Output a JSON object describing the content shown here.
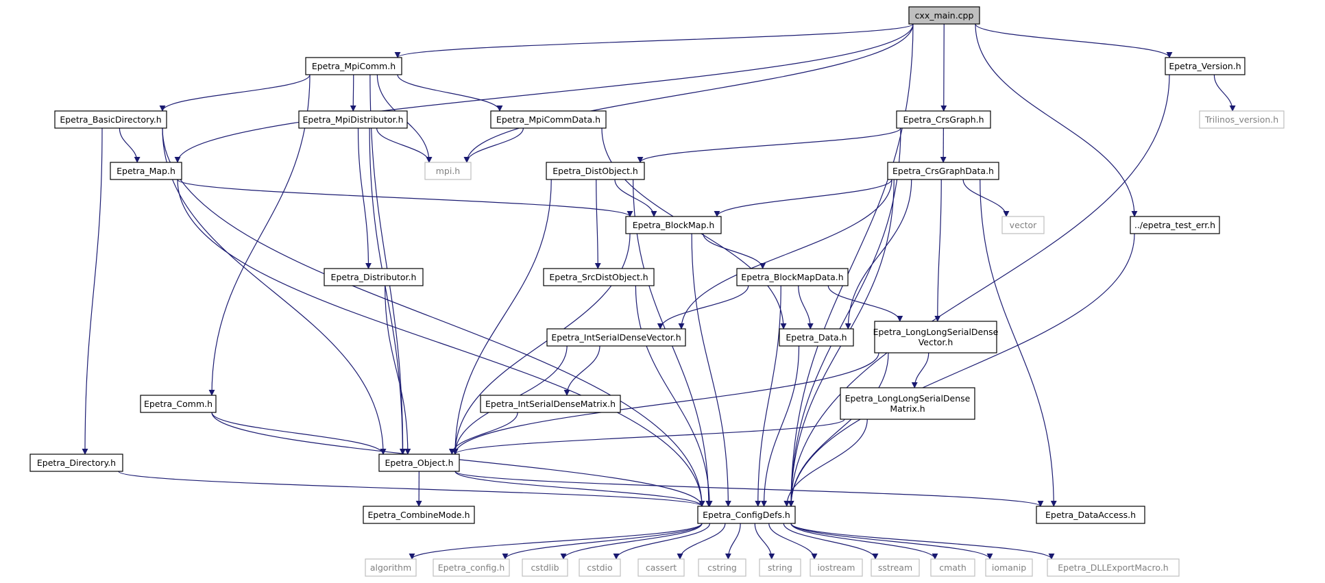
{
  "graph": {
    "edge_color": "#191970",
    "root_fill": "#bfbfbf",
    "external_stroke": "#bfbfbf",
    "external_text": "#7f7f7f",
    "nodes": [
      {
        "id": "cxx_main",
        "label": [
          "cxx_main.cpp"
        ],
        "kind": "root"
      },
      {
        "id": "mpicomm",
        "label": [
          "Epetra_MpiComm.h"
        ]
      },
      {
        "id": "version",
        "label": [
          "Epetra_Version.h"
        ]
      },
      {
        "id": "basicdir",
        "label": [
          "Epetra_BasicDirectory.h"
        ]
      },
      {
        "id": "mpidist",
        "label": [
          "Epetra_MpiDistributor.h"
        ]
      },
      {
        "id": "mpicommdata",
        "label": [
          "Epetra_MpiCommData.h"
        ]
      },
      {
        "id": "crsgraph",
        "label": [
          "Epetra_CrsGraph.h"
        ]
      },
      {
        "id": "trilinos",
        "label": [
          "Trilinos_version.h"
        ],
        "kind": "ext"
      },
      {
        "id": "map",
        "label": [
          "Epetra_Map.h"
        ]
      },
      {
        "id": "mpi",
        "label": [
          "mpi.h"
        ],
        "kind": "ext"
      },
      {
        "id": "distobj",
        "label": [
          "Epetra_DistObject.h"
        ]
      },
      {
        "id": "crsgraphdata",
        "label": [
          "Epetra_CrsGraphData.h"
        ]
      },
      {
        "id": "blockmap",
        "label": [
          "Epetra_BlockMap.h"
        ]
      },
      {
        "id": "vector",
        "label": [
          "vector"
        ],
        "kind": "ext"
      },
      {
        "id": "testerr",
        "label": [
          "../epetra_test_err.h"
        ]
      },
      {
        "id": "distributor",
        "label": [
          "Epetra_Distributor.h"
        ]
      },
      {
        "id": "srcdistobj",
        "label": [
          "Epetra_SrcDistObject.h"
        ]
      },
      {
        "id": "blockmapdata",
        "label": [
          "Epetra_BlockMapData.h"
        ]
      },
      {
        "id": "intserialvec",
        "label": [
          "Epetra_IntSerialDenseVector.h"
        ]
      },
      {
        "id": "data",
        "label": [
          "Epetra_Data.h"
        ]
      },
      {
        "id": "llvec",
        "label": [
          "Epetra_LongLongSerialDense",
          "Vector.h"
        ]
      },
      {
        "id": "comm",
        "label": [
          "Epetra_Comm.h"
        ]
      },
      {
        "id": "intserialmat",
        "label": [
          "Epetra_IntSerialDenseMatrix.h"
        ]
      },
      {
        "id": "llmat",
        "label": [
          "Epetra_LongLongSerialDense",
          "Matrix.h"
        ]
      },
      {
        "id": "directory",
        "label": [
          "Epetra_Directory.h"
        ]
      },
      {
        "id": "object",
        "label": [
          "Epetra_Object.h"
        ]
      },
      {
        "id": "combinemode",
        "label": [
          "Epetra_CombineMode.h"
        ]
      },
      {
        "id": "configdefs",
        "label": [
          "Epetra_ConfigDefs.h"
        ]
      },
      {
        "id": "dataaccess",
        "label": [
          "Epetra_DataAccess.h"
        ]
      },
      {
        "id": "algorithm",
        "label": [
          "algorithm"
        ],
        "kind": "ext"
      },
      {
        "id": "config",
        "label": [
          "Epetra_config.h"
        ],
        "kind": "ext"
      },
      {
        "id": "cstdlib",
        "label": [
          "cstdlib"
        ],
        "kind": "ext"
      },
      {
        "id": "cstdio",
        "label": [
          "cstdio"
        ],
        "kind": "ext"
      },
      {
        "id": "cassert",
        "label": [
          "cassert"
        ],
        "kind": "ext"
      },
      {
        "id": "cstring",
        "label": [
          "cstring"
        ],
        "kind": "ext"
      },
      {
        "id": "string",
        "label": [
          "string"
        ],
        "kind": "ext"
      },
      {
        "id": "iostream",
        "label": [
          "iostream"
        ],
        "kind": "ext"
      },
      {
        "id": "sstream",
        "label": [
          "sstream"
        ],
        "kind": "ext"
      },
      {
        "id": "cmath",
        "label": [
          "cmath"
        ],
        "kind": "ext"
      },
      {
        "id": "iomanip",
        "label": [
          "iomanip"
        ],
        "kind": "ext"
      },
      {
        "id": "dllexport",
        "label": [
          "Epetra_DLLExportMacro.h"
        ],
        "kind": "ext"
      }
    ],
    "edges": [
      [
        "cxx_main",
        "mpicomm"
      ],
      [
        "cxx_main",
        "map"
      ],
      [
        "cxx_main",
        "mpi"
      ],
      [
        "cxx_main",
        "crsgraph"
      ],
      [
        "cxx_main",
        "version"
      ],
      [
        "cxx_main",
        "testerr"
      ],
      [
        "cxx_main",
        "configdefs"
      ],
      [
        "mpicomm",
        "basicdir"
      ],
      [
        "mpicomm",
        "mpidist"
      ],
      [
        "mpicomm",
        "mpicommdata"
      ],
      [
        "mpicomm",
        "mpi"
      ],
      [
        "mpicomm",
        "comm"
      ],
      [
        "mpicomm",
        "object"
      ],
      [
        "version",
        "trilinos"
      ],
      [
        "version",
        "configdefs"
      ],
      [
        "basicdir",
        "map"
      ],
      [
        "basicdir",
        "directory"
      ],
      [
        "basicdir",
        "object"
      ],
      [
        "basicdir",
        "configdefs"
      ],
      [
        "mpidist",
        "mpi"
      ],
      [
        "mpidist",
        "distributor"
      ],
      [
        "mpidist",
        "object"
      ],
      [
        "mpicommdata",
        "mpi"
      ],
      [
        "mpicommdata",
        "data"
      ],
      [
        "crsgraph",
        "distobj"
      ],
      [
        "crsgraph",
        "crsgraphdata"
      ],
      [
        "crsgraph",
        "configdefs"
      ],
      [
        "map",
        "blockmap"
      ],
      [
        "map",
        "configdefs"
      ],
      [
        "distobj",
        "blockmap"
      ],
      [
        "distobj",
        "srcdistobj"
      ],
      [
        "distobj",
        "object"
      ],
      [
        "distobj",
        "configdefs"
      ],
      [
        "crsgraphdata",
        "blockmap"
      ],
      [
        "crsgraphdata",
        "vector"
      ],
      [
        "crsgraphdata",
        "intserialvec"
      ],
      [
        "crsgraphdata",
        "data"
      ],
      [
        "crsgraphdata",
        "llvec"
      ],
      [
        "crsgraphdata",
        "dataaccess"
      ],
      [
        "crsgraphdata",
        "configdefs"
      ],
      [
        "blockmap",
        "blockmapdata"
      ],
      [
        "blockmap",
        "object"
      ],
      [
        "blockmap",
        "configdefs"
      ],
      [
        "testerr",
        "configdefs"
      ],
      [
        "distributor",
        "object"
      ],
      [
        "srcdistobj",
        "configdefs"
      ],
      [
        "blockmapdata",
        "intserialvec"
      ],
      [
        "blockmapdata",
        "data"
      ],
      [
        "blockmapdata",
        "llvec"
      ],
      [
        "blockmapdata",
        "configdefs"
      ],
      [
        "intserialvec",
        "intserialmat"
      ],
      [
        "intserialvec",
        "object"
      ],
      [
        "data",
        "configdefs"
      ],
      [
        "llvec",
        "llmat"
      ],
      [
        "llvec",
        "object"
      ],
      [
        "llvec",
        "configdefs"
      ],
      [
        "comm",
        "object"
      ],
      [
        "comm",
        "configdefs"
      ],
      [
        "intserialmat",
        "object"
      ],
      [
        "llmat",
        "object"
      ],
      [
        "llmat",
        "configdefs"
      ],
      [
        "directory",
        "configdefs"
      ],
      [
        "object",
        "combinemode"
      ],
      [
        "object",
        "configdefs"
      ],
      [
        "object",
        "dataaccess"
      ],
      [
        "configdefs",
        "algorithm"
      ],
      [
        "configdefs",
        "config"
      ],
      [
        "configdefs",
        "cstdlib"
      ],
      [
        "configdefs",
        "cstdio"
      ],
      [
        "configdefs",
        "cassert"
      ],
      [
        "configdefs",
        "cstring"
      ],
      [
        "configdefs",
        "string"
      ],
      [
        "configdefs",
        "iostream"
      ],
      [
        "configdefs",
        "sstream"
      ],
      [
        "configdefs",
        "cmath"
      ],
      [
        "configdefs",
        "iomanip"
      ],
      [
        "configdefs",
        "dllexport"
      ]
    ]
  }
}
